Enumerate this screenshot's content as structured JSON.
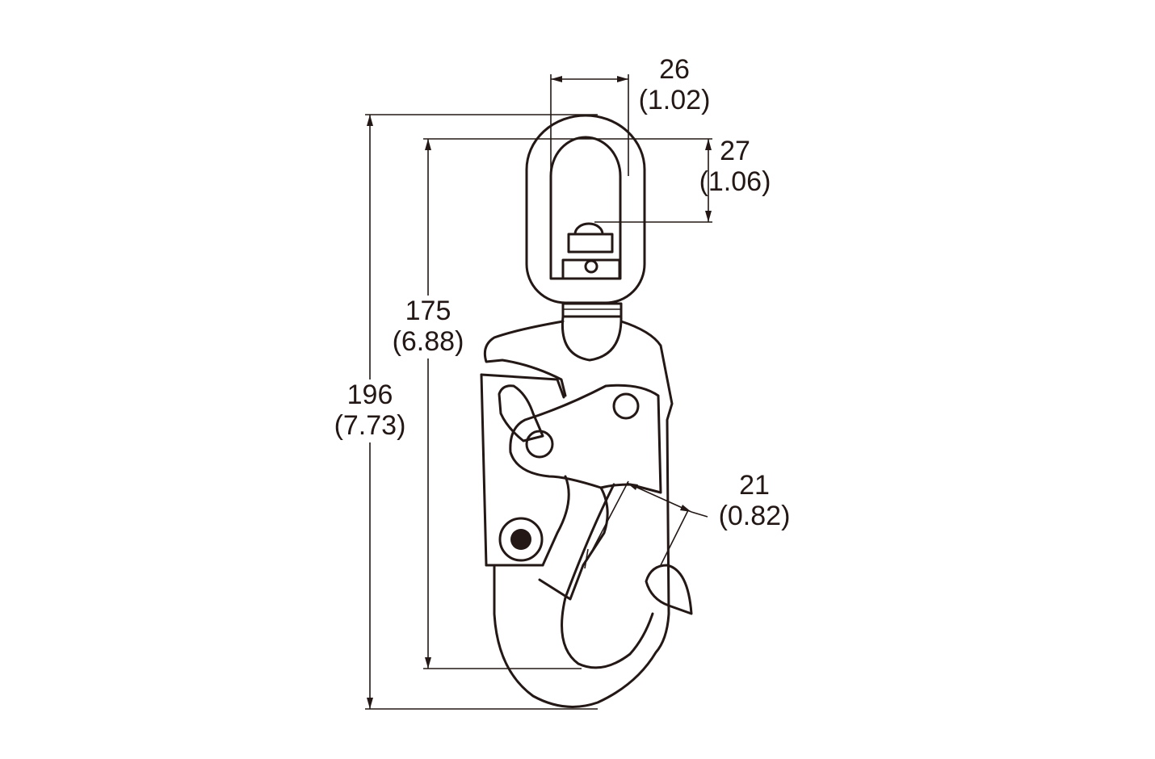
{
  "dimensions": [
    {
      "id": "d26",
      "value": "26",
      "imperial": "(1.02)"
    },
    {
      "id": "d27",
      "value": "27",
      "imperial": "(1.06)"
    },
    {
      "id": "d175",
      "value": "175",
      "imperial": "(6.88)"
    },
    {
      "id": "d196",
      "value": "196",
      "imperial": "(7.73)"
    },
    {
      "id": "d21",
      "value": "21",
      "imperial": "(0.82)"
    }
  ],
  "colors": {
    "line": "#231815",
    "background": "#ffffff"
  }
}
